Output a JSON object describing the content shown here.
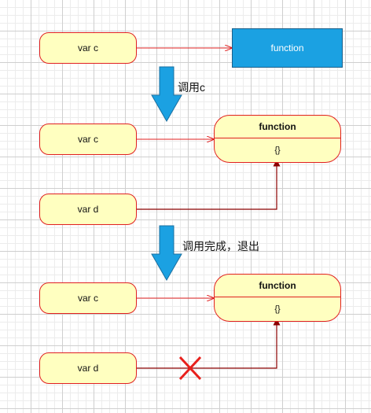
{
  "stage1": {
    "var_c": "var c",
    "function_label": "function"
  },
  "step1_label": "调用c",
  "stage2": {
    "var_c": "var c",
    "var_d": "var d",
    "function_title": "function",
    "function_body": "{}"
  },
  "step2_label": "调用完成，退出",
  "stage3": {
    "var_c": "var c",
    "var_d": "var d",
    "function_title": "function",
    "function_body": "{}"
  },
  "colors": {
    "variable_fill": "#ffffc0",
    "outline": "#e02020",
    "function_block_fill": "#1ba1e2",
    "step_arrow_fill": "#1ba1e2",
    "pointer_line": "#e02020",
    "reference_line": "#8b0000",
    "cut_mark": "#e8201c"
  }
}
